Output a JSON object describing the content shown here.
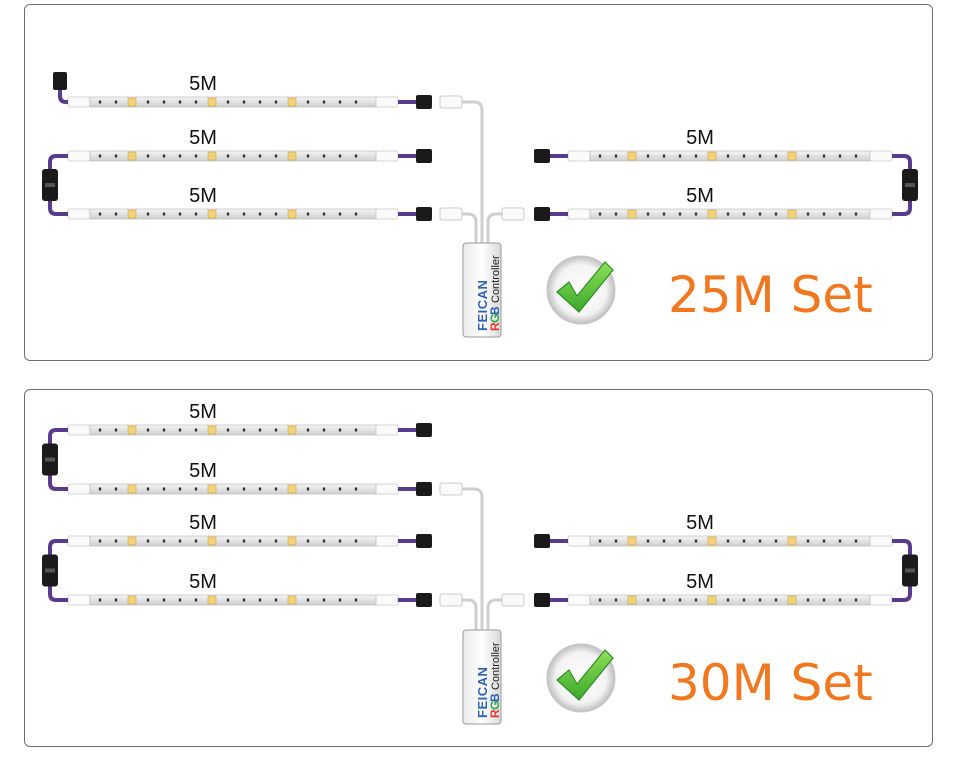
{
  "panels": [
    {
      "id": "25m",
      "title": "25M Set",
      "strip_label": "5M",
      "left_strips": 3,
      "right_strips": 2
    },
    {
      "id": "30m",
      "title": "30M Set",
      "strip_label": "5M",
      "left_strips": 4,
      "right_strips": 2
    }
  ],
  "controller": {
    "brand": "FEICAN",
    "rgb": [
      "R",
      "G",
      "B"
    ],
    "label": "Controller"
  },
  "colors": {
    "title": "#f07820",
    "brand": "#2f62b5",
    "rgb_r": "#e23b2e",
    "rgb_g": "#2fa84a",
    "rgb_b": "#2f62b5",
    "check_fill": "#5ec83a",
    "wire_purple": "#5a3a8c"
  }
}
